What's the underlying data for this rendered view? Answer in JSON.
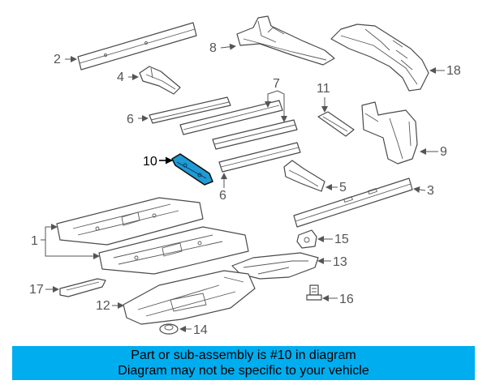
{
  "callouts": {
    "c1": "1",
    "c2": "2",
    "c3": "3",
    "c4": "4",
    "c5": "5",
    "c6a": "6",
    "c6b": "6",
    "c7": "7",
    "c8": "8",
    "c9": "9",
    "c10": "10",
    "c11": "11",
    "c12": "12",
    "c13": "13",
    "c14": "14",
    "c15": "15",
    "c16": "16",
    "c17": "17",
    "c18": "18"
  },
  "highlighted_part": "10",
  "colors": {
    "highlight": "#1f9bd6",
    "banner": "#00adef"
  },
  "banner": {
    "line1": "Part or sub-assembly is #10 in diagram",
    "line2": "Diagram may not be specific to your vehicle"
  }
}
